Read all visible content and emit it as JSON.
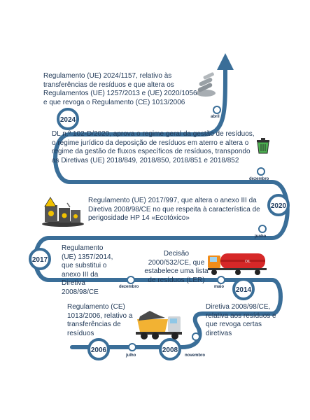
{
  "colors": {
    "path": "#3a6e98",
    "year_ring": "#3a6e98",
    "year_fill": "#ffffff",
    "text": "#223a58"
  },
  "events": [
    {
      "text": "Regulamento (UE) 2024/1157, relativo às transferências de resíduos e que altera os Regulamentos (UE) 1257/2013 e (UE) 2020/1056 e que revoga o Regulamento (CE) 1013/2006"
    },
    {
      "text": "DL n.º 102-D/2020, aprova o regime geral da gestão de resíduos, o regime jurídico da deposição de resíduos em aterro e altera o regime da gestão de fluxos específicos de resíduos, transpondo as Diretivas (UE) 2018/849, 2018/850, 2018/851 e 2018/852"
    },
    {
      "text": "Regulamento (UE) 2017/997, que altera o anexo III da Diretiva 2008/98/CE no que respeita à característica de perigosidade HP 14 «Ecotóxico»"
    },
    {
      "text": "Regulamento (UE) 1357/2014, que substitui o anexo III da Diretiva 2008/98/CE"
    },
    {
      "text": "Decisão 2000/532/CE, que estabelece uma lista de resíduos (LER)"
    },
    {
      "text": "Regulamento (CE) 1013/2006, relativo a transferências de resíduos"
    },
    {
      "text": "Diretiva 2008/98/CE, relativa aos resíduos e que revoga certas diretivas"
    }
  ],
  "years": [
    "2024",
    "2020",
    "2017",
    "2014",
    "2006",
    "2008"
  ],
  "months": [
    "abril",
    "dezembro",
    "junho",
    "dezembro",
    "maio",
    "julho",
    "novembro"
  ],
  "icons": [
    "waste-pipes-icon",
    "trash-bin-icon",
    "toxic-barrels-icon",
    "oil-tanker-truck-icon",
    "dump-truck-icon"
  ]
}
